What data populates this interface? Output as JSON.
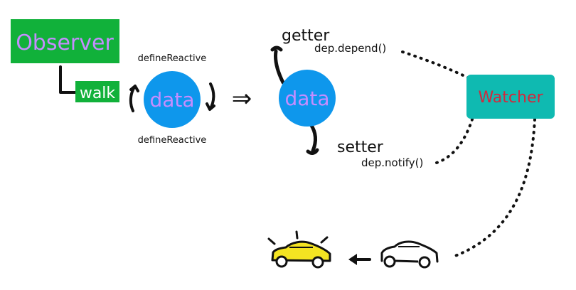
{
  "colors": {
    "green": "#11b13a",
    "data_circle": "#0e97ec",
    "data_text": "#c58dff",
    "teal": "#0fbab1",
    "watcher_text": "#d3283c",
    "ink": "#111111",
    "car_yellow": "#f4e422"
  },
  "observer": {
    "label": "Observer"
  },
  "walk": {
    "label": "walk"
  },
  "define_reactive": {
    "top": "defineReactive",
    "bottom": "defineReactive"
  },
  "data_left": {
    "label": "data"
  },
  "transform_arrow": {
    "glyph": "⇒"
  },
  "data_right": {
    "label": "data"
  },
  "getter": {
    "label": "getter",
    "method": "dep.depend()"
  },
  "setter": {
    "label": "setter",
    "method": "dep.notify()"
  },
  "watcher": {
    "label": "Watcher"
  },
  "icons": {
    "active_car": "yellow-car-icon",
    "idle_car": "outline-car-icon",
    "flow_arrow": "left-arrow-icon"
  }
}
